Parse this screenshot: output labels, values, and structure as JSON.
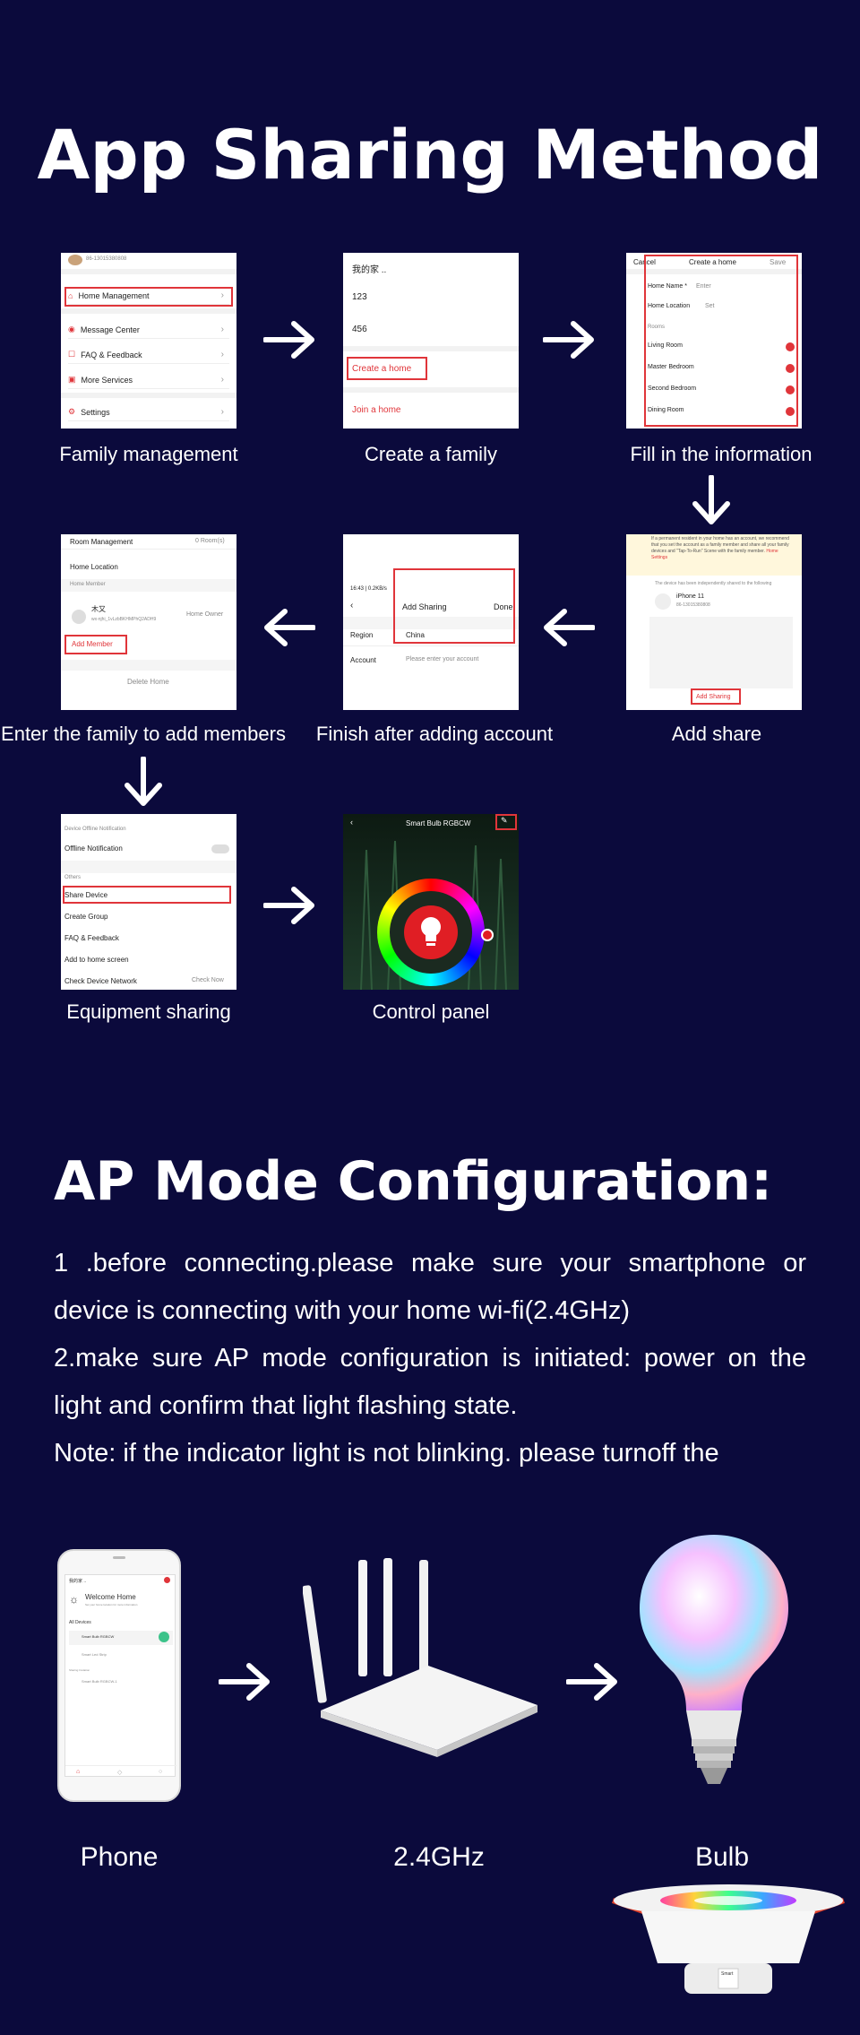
{
  "title": "App Sharing Method",
  "steps": {
    "s1": {
      "caption": "Family management",
      "user_id": "86-13015380808",
      "items": [
        "Home Management",
        "Message Center",
        "FAQ & Feedback",
        "More Services",
        "Settings"
      ]
    },
    "s2": {
      "caption": "Create a family",
      "header": "我的家 ..",
      "items": [
        "123",
        "456"
      ],
      "create": "Create a home",
      "join": "Join a home"
    },
    "s3": {
      "caption": "Fill in the information",
      "cancel": "Cancel",
      "header": "Create a home",
      "save": "Save",
      "home_name": "Home Name *",
      "home_name_ph": "Enter",
      "home_location": "Home Location",
      "set": "Set",
      "rooms_label": "Rooms",
      "rooms": [
        "Living Room",
        "Master Bedroom",
        "Second Bedroom",
        "Dining Room"
      ]
    },
    "s4": {
      "caption": "Add share",
      "notice": "If a permanent resident in your home has an account, we recommend that you set the account as a family member and share all your family devices and \"Tap-To-Run\" Scene with the family member.",
      "notice_link": "Home Settings",
      "shared_label": "The device has been independently shared to the following",
      "device_name": "iPhone 11",
      "device_id": "86-13015380808",
      "button": "Add Sharing"
    },
    "s5": {
      "caption": "Finish after adding account",
      "status": "16:43 | 0.2KB/s",
      "header": "Add Sharing",
      "done": "Done",
      "region_label": "Region",
      "region_value": "China",
      "account_label": "Account",
      "account_ph": "Please enter your account"
    },
    "s6": {
      "caption": "Enter the family to add members",
      "header": "Room Management",
      "rooms_count": "0 Room(s)",
      "home_location": "Home Location",
      "home_member": "Home Member",
      "member_name": "木又",
      "member_id": "wx-njhi_1vLzbBKHMPhQ2ADH9",
      "member_role": "Home Owner",
      "add_member": "Add Member",
      "delete_home": "Delete Home"
    },
    "s7": {
      "caption": "Equipment sharing",
      "section": "Device Offline Notification",
      "offline": "Offline Notification",
      "others": "Others",
      "share": "Share Device",
      "create_group": "Create Group",
      "faq": "FAQ & Feedback",
      "add_home": "Add to home screen",
      "check": "Check Device Network",
      "check_now": "Check Now"
    },
    "s8": {
      "caption": "Control panel",
      "header": "Smart Bulb RGBCW"
    }
  },
  "ap": {
    "title": "AP Mode Configuration:",
    "lines": [
      "1 .before connecting.please make sure your smartphone or device is connecting with your home wi-fi(2.4GHz)",
      "2.make sure AP mode configuration is initiated: power on the light and confirm that light flashing state.",
      "Note: if the indicator light is not blinking. please turnoff the"
    ]
  },
  "phone": {
    "label": "Phone",
    "header": "我的家 ..",
    "welcome": "Welcome Home",
    "sub": "Set your home location for more information",
    "all_devices": "All Devices",
    "device1": "Smart Bulb RGBCW",
    "device2": "Smart Led Strip",
    "sharing": "Sharing Invitation",
    "device3": "Smart Bulb RGBCW-1"
  },
  "router": {
    "label": "2.4GHz"
  },
  "bulb": {
    "label": "Bulb",
    "downlight_brand": "Smart"
  },
  "colors": {
    "background": "#0b0a3c",
    "accent_red": "#e0353a"
  }
}
